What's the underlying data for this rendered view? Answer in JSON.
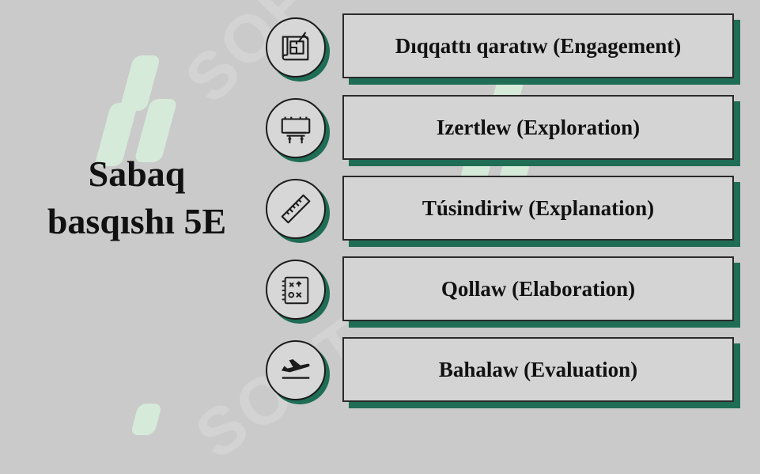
{
  "title": {
    "line1": "Sabaq",
    "line2": "basqıshı 5E"
  },
  "stages": [
    {
      "label": "Dıqqattı qaratıw (Engagement)",
      "icon": "blueprint-icon"
    },
    {
      "label": "Izertlew (Exploration)",
      "icon": "billboard-icon"
    },
    {
      "label": "Túsindiriw (Explanation)",
      "icon": "ruler-icon"
    },
    {
      "label": "Qollaw (Elaboration)",
      "icon": "math-notepad-icon"
    },
    {
      "label": "Bahalaw (Evaluation)",
      "icon": "airplane-takeoff-icon"
    }
  ],
  "colors": {
    "background": "#cacaca",
    "accent": "#1f6d55",
    "box_fill": "#d4d4d4",
    "text": "#111111"
  },
  "watermark_text": "SOFT"
}
